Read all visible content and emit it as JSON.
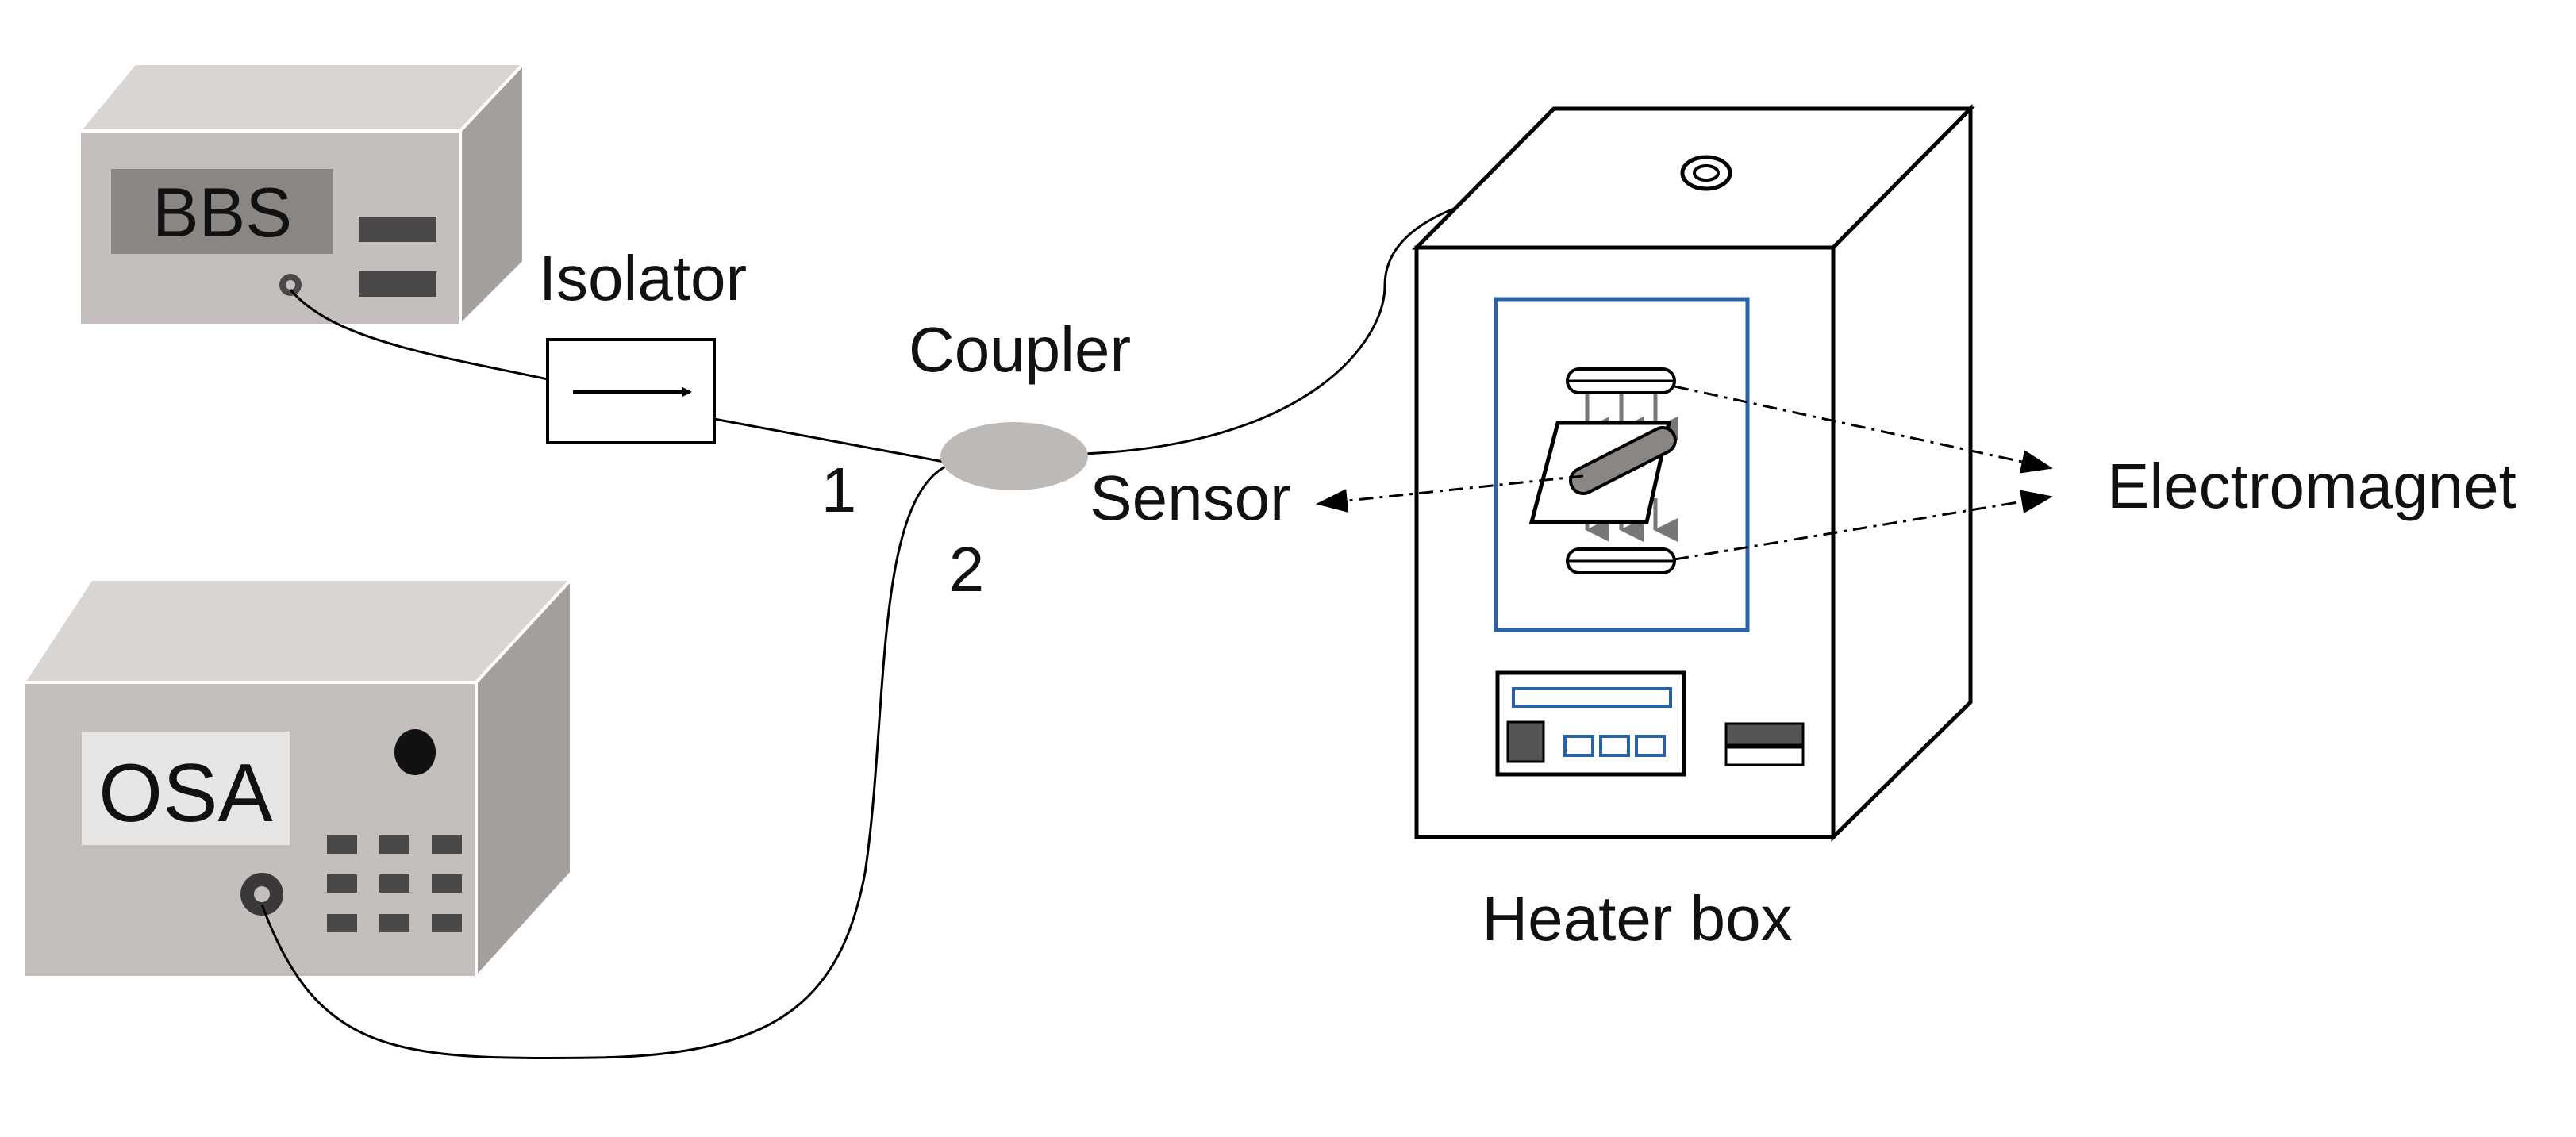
{
  "labels": {
    "bbs": "BBS",
    "isolator": "Isolator",
    "coupler": "Coupler",
    "port1": "1",
    "port2": "2",
    "sensor": "Sensor",
    "osa": "OSA",
    "electromagnet": "Electromagnet",
    "heater_box": "Heater box"
  },
  "icons": {
    "isolator_arrow": "arrow-right-icon"
  },
  "colors": {
    "device_front": "#c4bfbc",
    "device_top": "#d9d5d2",
    "device_side": "#a49f9c",
    "screen": "#8a8684",
    "coupler": "#bdb9b7",
    "blue": "#2a62a8",
    "ink": "#000000"
  }
}
